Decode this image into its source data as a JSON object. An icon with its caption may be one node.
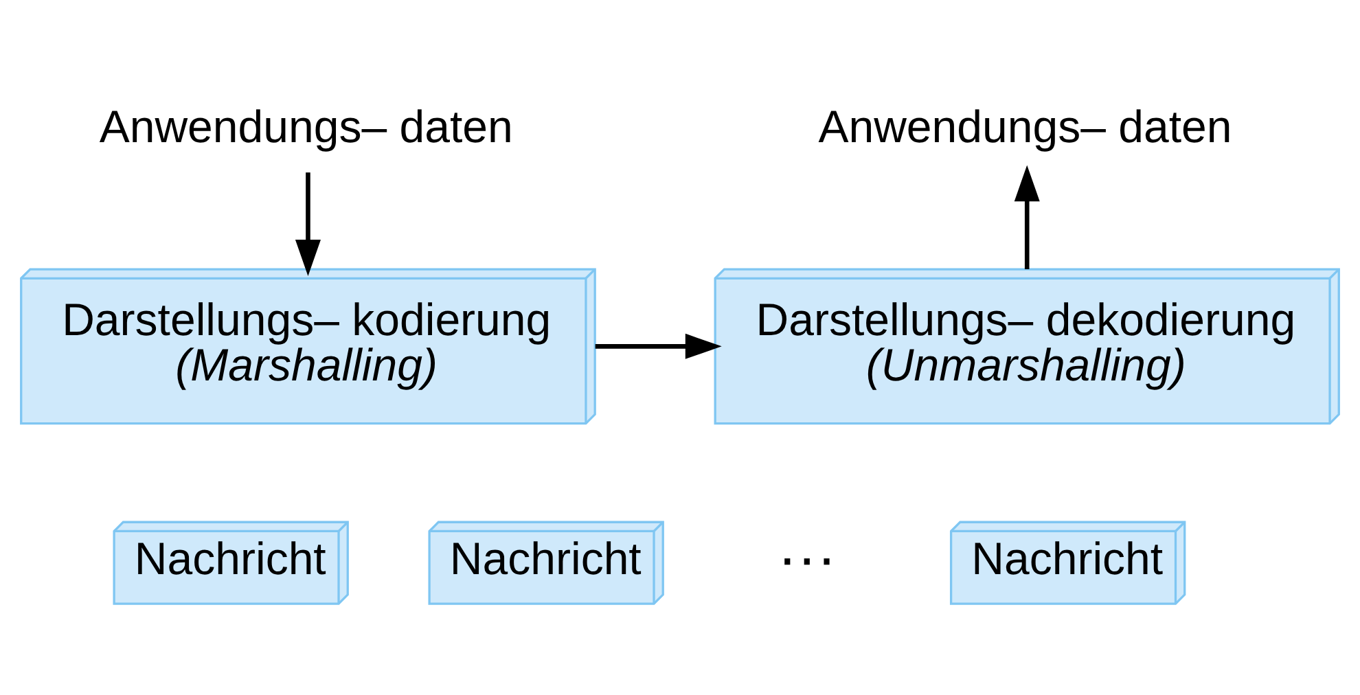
{
  "diagram": {
    "nodes": [
      {
        "text": [
          "Anwendungs– daten"
        ]
      },
      {
        "text": [
          "Darstellungs– kodierung",
          "(Marshalling)"
        ]
      },
      {
        "text": [
          "Darstellungs– dekodierung",
          "(Unmarshalling)"
        ]
      },
      {
        "text": [
          "Anwendungs– daten"
        ]
      },
      {
        "text": [
          "Nachricht"
        ]
      },
      {
        "text": [
          "Nachricht"
        ]
      },
      {
        "text": [
          "Nachricht"
        ]
      }
    ],
    "edges": [
      {
        "from": 0,
        "to": 1,
        "arrow": "to"
      },
      {
        "from": 2,
        "to": 3,
        "arrow": "to"
      },
      {
        "from": 1,
        "to": 2,
        "arrow": "to"
      }
    ],
    "labels": [
      "···"
    ]
  }
}
